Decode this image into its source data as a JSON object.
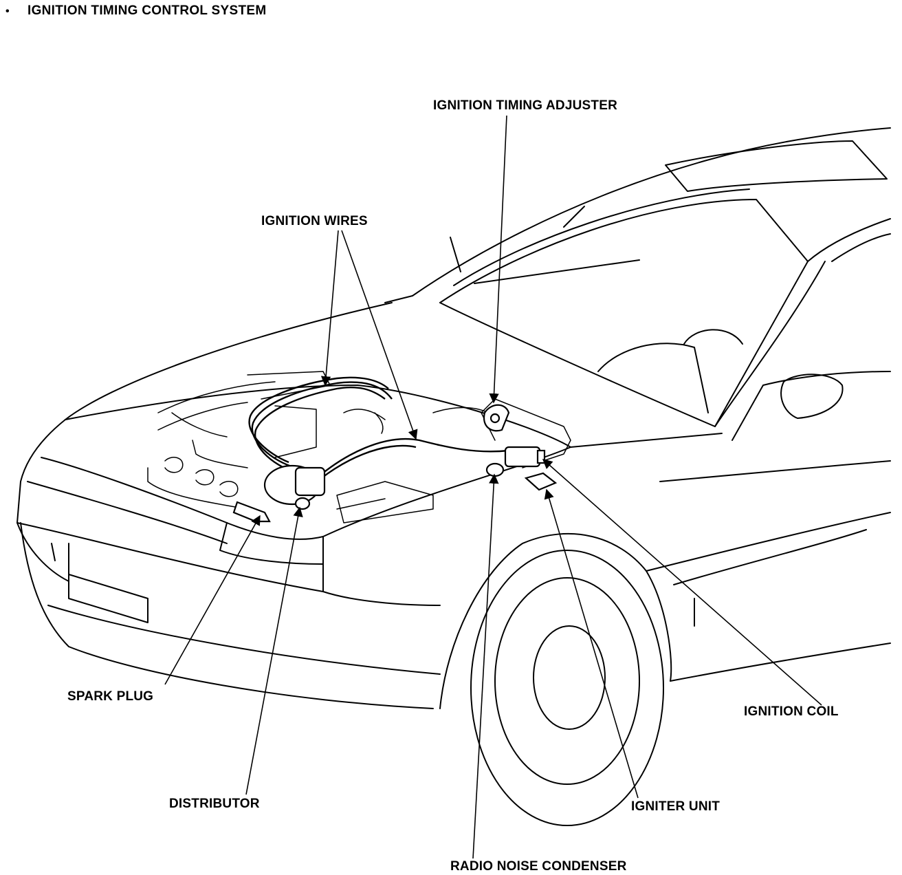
{
  "header": {
    "bullet": "•",
    "title": "IGNITION TIMING CONTROL SYSTEM"
  },
  "labels": {
    "timing_adjuster": "IGNITION TIMING ADJUSTER",
    "ignition_wires": "IGNITION WIRES",
    "spark_plug": "SPARK PLUG",
    "distributor": "DISTRIBUTOR",
    "radio_noise_condenser": "RADIO NOISE CONDENSER",
    "igniter_unit": "IGNITER UNIT",
    "ignition_coil": "IGNITION COIL"
  }
}
